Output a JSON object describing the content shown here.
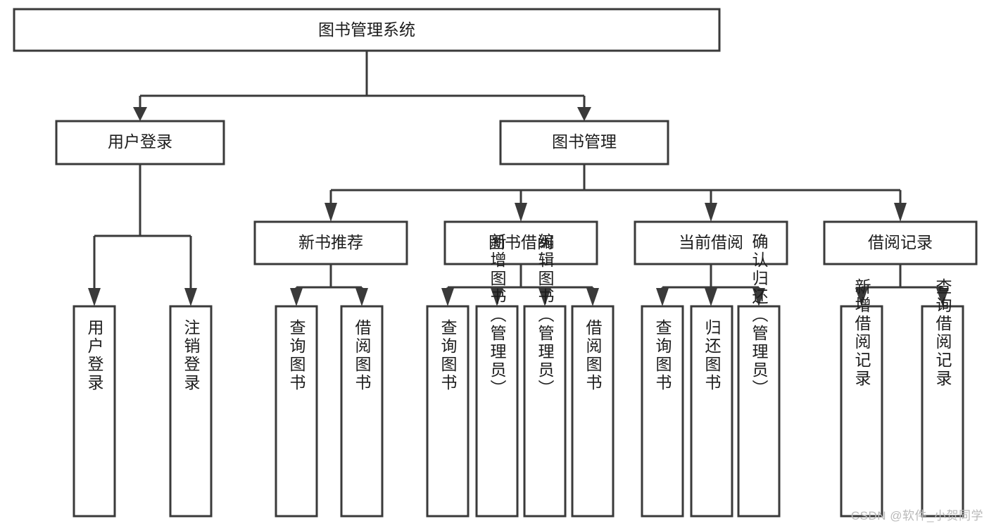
{
  "diagram": {
    "type": "tree",
    "title": "图书管理系统",
    "watermark": "CSDN @软件_小贺同学",
    "colors": {
      "stroke": "#3a3a3a",
      "fill": "#ffffff",
      "text": "#1c1c1c",
      "watermark": "#b9b9b9",
      "background": "#ffffff"
    },
    "nodes": {
      "root": {
        "label": "图书管理系统",
        "level": 0,
        "orientation": "horizontal"
      },
      "l1": [
        {
          "id": "user-login",
          "label": "用户登录",
          "orientation": "horizontal"
        },
        {
          "id": "book-manage",
          "label": "图书管理",
          "orientation": "horizontal"
        }
      ],
      "l2": [
        {
          "id": "new-book-recommend",
          "label": "新书推荐",
          "parent": "book-manage",
          "orientation": "horizontal"
        },
        {
          "id": "book-borrow",
          "label": "图书借阅",
          "parent": "book-manage",
          "orientation": "horizontal"
        },
        {
          "id": "current-borrow",
          "label": "当前借阅",
          "parent": "book-manage",
          "orientation": "horizontal"
        },
        {
          "id": "borrow-record",
          "label": "借阅记录",
          "parent": "book-manage",
          "orientation": "horizontal"
        }
      ],
      "l3": [
        {
          "id": "leaf-user-login",
          "label": "用户登录",
          "parent": "user-login",
          "orientation": "vertical"
        },
        {
          "id": "leaf-logout-login",
          "label": "注销登录",
          "parent": "user-login",
          "orientation": "vertical"
        },
        {
          "id": "leaf-query-book-1",
          "label": "查询图书",
          "parent": "new-book-recommend",
          "orientation": "vertical"
        },
        {
          "id": "leaf-borrow-book-1",
          "label": "借阅图书",
          "parent": "new-book-recommend",
          "orientation": "vertical"
        },
        {
          "id": "leaf-query-book-2",
          "label": "查询图书",
          "parent": "book-borrow",
          "orientation": "vertical"
        },
        {
          "id": "leaf-add-book",
          "label": "新增图书（管理员）",
          "parent": "book-borrow",
          "orientation": "vertical"
        },
        {
          "id": "leaf-edit-book",
          "label": "编辑图书（管理员）",
          "parent": "book-borrow",
          "orientation": "vertical"
        },
        {
          "id": "leaf-borrow-book-2",
          "label": "借阅图书",
          "parent": "book-borrow",
          "orientation": "vertical"
        },
        {
          "id": "leaf-query-book-3",
          "label": "查询图书",
          "parent": "current-borrow",
          "orientation": "vertical"
        },
        {
          "id": "leaf-return-book",
          "label": "归还图书",
          "parent": "current-borrow",
          "orientation": "vertical"
        },
        {
          "id": "leaf-confirm-return",
          "label": "确认归还（管理员）",
          "parent": "current-borrow",
          "orientation": "vertical"
        },
        {
          "id": "leaf-add-record",
          "label": "新增借阅记录",
          "parent": "borrow-record",
          "orientation": "vertical"
        },
        {
          "id": "leaf-query-record",
          "label": "查询借阅记录",
          "parent": "borrow-record",
          "orientation": "vertical"
        }
      ]
    }
  }
}
